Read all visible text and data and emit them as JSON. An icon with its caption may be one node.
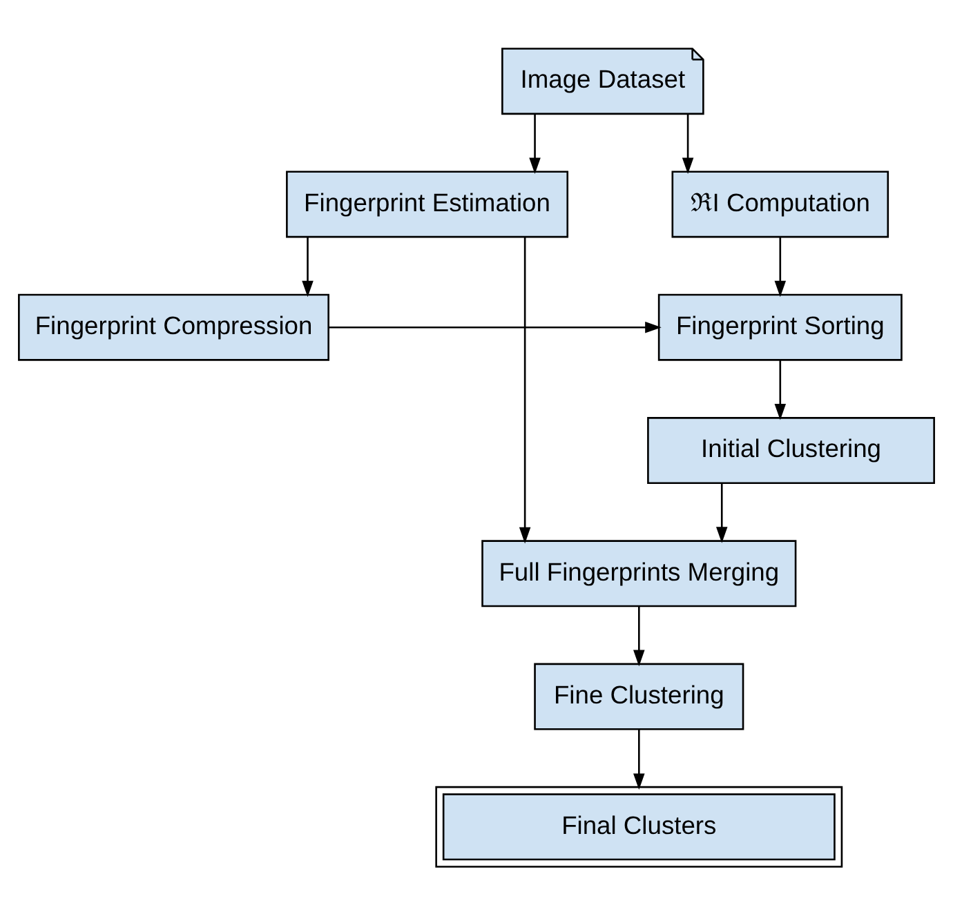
{
  "diagram": {
    "nodes": [
      {
        "text": [
          "Image Dataset"
        ]
      },
      {
        "text": [
          "Fingerprint Estimation"
        ]
      },
      {
        "text": [
          "ℜI Computation"
        ]
      },
      {
        "text": [
          "Fingerprint Compression"
        ]
      },
      {
        "text": [
          "Fingerprint Sorting"
        ]
      },
      {
        "text": [
          "Initial Clustering"
        ]
      },
      {
        "text": [
          "Full Fingerprints Merging"
        ]
      },
      {
        "text": [
          "Fine Clustering"
        ]
      },
      {
        "text": [
          "Final Clusters"
        ]
      }
    ],
    "edges": [
      {
        "from": 0,
        "to": 1,
        "arrow": "to"
      },
      {
        "from": 0,
        "to": 2,
        "arrow": "to"
      },
      {
        "from": 1,
        "to": 3,
        "arrow": "to"
      },
      {
        "from": 3,
        "to": 4,
        "arrow": "to"
      },
      {
        "from": 2,
        "to": 4,
        "arrow": "to"
      },
      {
        "from": 4,
        "to": 5,
        "arrow": "to"
      },
      {
        "from": 5,
        "to": 6,
        "arrow": "to"
      },
      {
        "from": 1,
        "to": 6,
        "arrow": "to"
      },
      {
        "from": 6,
        "to": 7,
        "arrow": "to"
      },
      {
        "from": 7,
        "to": 8,
        "arrow": "to"
      }
    ]
  }
}
